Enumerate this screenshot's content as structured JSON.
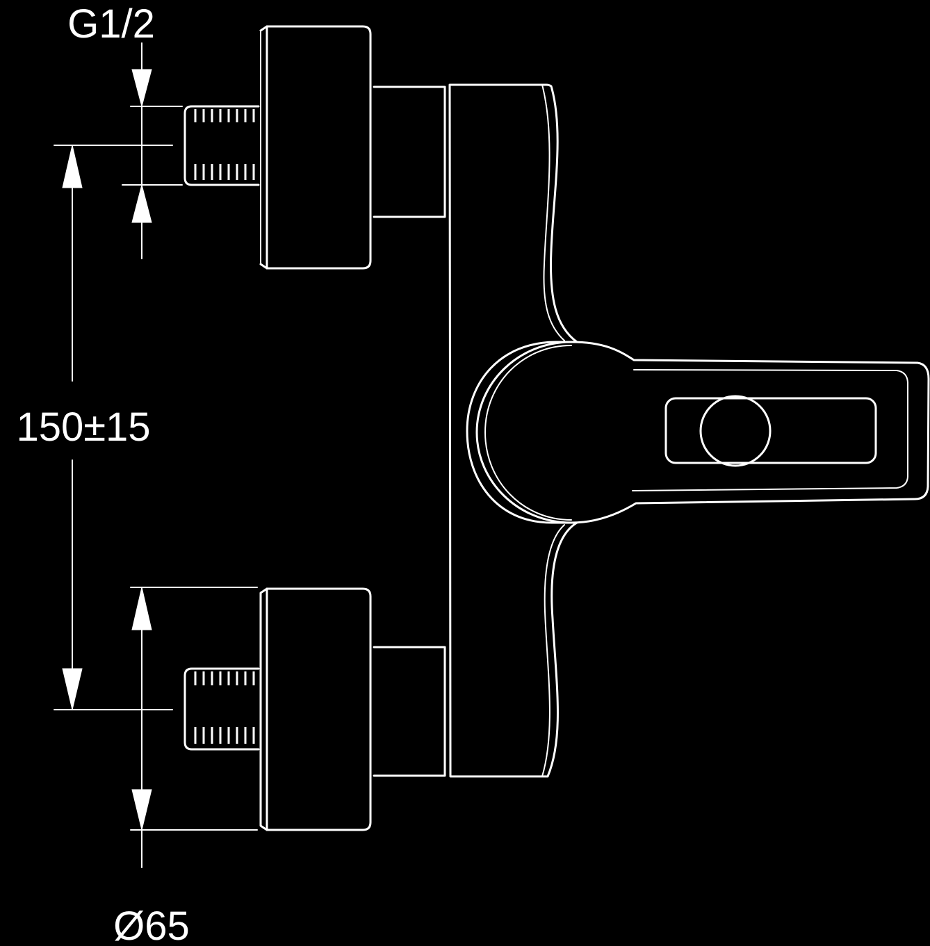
{
  "drawing": {
    "background_color": "#000000",
    "line_color": "#ffffff"
  },
  "dimensions": {
    "thread_size": "G1/2",
    "centre_distance": "150±15",
    "diameter": "Ø65"
  }
}
